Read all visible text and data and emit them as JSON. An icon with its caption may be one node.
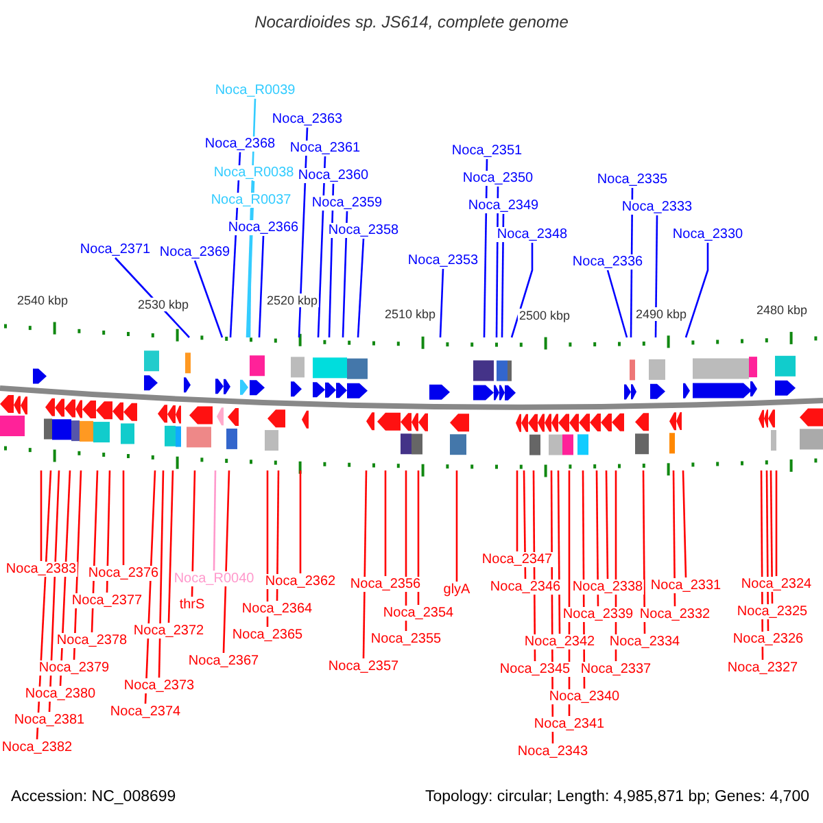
{
  "diagram": {
    "title": "Nocardioides sp. JS614, complete genome",
    "nodes": [
      {
        "text": [
          "Noca_R0039"
        ]
      },
      {
        "text": [
          "Noca_2363"
        ]
      },
      {
        "text": [
          "Noca_2368"
        ]
      },
      {
        "text": [
          "Noca_2361"
        ]
      },
      {
        "text": [
          "Noca_R0038"
        ]
      },
      {
        "text": [
          "Noca_2360"
        ]
      },
      {
        "text": [
          "Noca_R0037"
        ]
      },
      {
        "text": [
          "Noca_2359"
        ]
      },
      {
        "text": [
          "Noca_2366"
        ]
      },
      {
        "text": [
          "Noca_2358"
        ]
      },
      {
        "text": [
          "Noca_2371"
        ]
      },
      {
        "text": [
          "Noca_2369"
        ]
      },
      {
        "text": [
          "Noca_2353"
        ]
      },
      {
        "text": [
          "Noca_2351"
        ]
      },
      {
        "text": [
          "Noca_2350"
        ]
      },
      {
        "text": [
          "Noca_2349"
        ]
      },
      {
        "text": [
          "Noca_2348"
        ]
      },
      {
        "text": [
          "Noca_2335"
        ]
      },
      {
        "text": [
          "Noca_2333"
        ]
      },
      {
        "text": [
          "Noca_2336"
        ]
      },
      {
        "text": [
          "Noca_2330"
        ]
      },
      {
        "text": [
          "Noca_2383"
        ]
      },
      {
        "text": [
          "Noca_2376"
        ]
      },
      {
        "text": [
          "Noca_2377"
        ]
      },
      {
        "text": [
          "Noca_2378"
        ]
      },
      {
        "text": [
          "Noca_2379"
        ]
      },
      {
        "text": [
          "Noca_2380"
        ]
      },
      {
        "text": [
          "Noca_2381"
        ]
      },
      {
        "text": [
          "Noca_2382"
        ]
      },
      {
        "text": [
          "Noca_2372"
        ]
      },
      {
        "text": [
          "Noca_2373"
        ]
      },
      {
        "text": [
          "Noca_2374"
        ]
      },
      {
        "text": [
          "Noca_R0040"
        ]
      },
      {
        "text": [
          "thrS"
        ]
      },
      {
        "text": [
          "Noca_2367"
        ]
      },
      {
        "text": [
          "Noca_2362"
        ]
      },
      {
        "text": [
          "Noca_2364"
        ]
      },
      {
        "text": [
          "Noca_2365"
        ]
      },
      {
        "text": [
          "Noca_2356"
        ]
      },
      {
        "text": [
          "Noca_2357"
        ]
      },
      {
        "text": [
          "Noca_2354"
        ]
      },
      {
        "text": [
          "Noca_2355"
        ]
      },
      {
        "text": [
          "glyA"
        ]
      },
      {
        "text": [
          "Noca_2347"
        ]
      },
      {
        "text": [
          "Noca_2346"
        ]
      },
      {
        "text": [
          "Noca_2338"
        ]
      },
      {
        "text": [
          "Noca_2331"
        ]
      },
      {
        "text": [
          "Noca_2339"
        ]
      },
      {
        "text": [
          "Noca_2332"
        ]
      },
      {
        "text": [
          "Noca_2342"
        ]
      },
      {
        "text": [
          "Noca_2334"
        ]
      },
      {
        "text": [
          "Noca_2345"
        ]
      },
      {
        "text": [
          "Noca_2337"
        ]
      },
      {
        "text": [
          "Noca_2340"
        ]
      },
      {
        "text": [
          "Noca_2341"
        ]
      },
      {
        "text": [
          "Noca_2343"
        ]
      },
      {
        "text": [
          "Noca_2324"
        ]
      },
      {
        "text": [
          "Noca_2325"
        ]
      },
      {
        "text": [
          "Noca_2326"
        ]
      },
      {
        "text": [
          "Noca_2327"
        ]
      }
    ],
    "edges": [
      {
        "from": 0,
        "to": null,
        "arrow": "none",
        "color": "#33ccff"
      },
      {
        "from": 1,
        "to": null,
        "arrow": "none",
        "color": "#0000ff"
      },
      {
        "from": 2,
        "to": null,
        "arrow": "none",
        "color": "#0000ff"
      },
      {
        "from": 3,
        "to": null,
        "arrow": "none",
        "color": "#0000ff"
      },
      {
        "from": 4,
        "to": null,
        "arrow": "none",
        "color": "#33ccff"
      },
      {
        "from": 5,
        "to": null,
        "arrow": "none",
        "color": "#0000ff"
      },
      {
        "from": 6,
        "to": null,
        "arrow": "none",
        "color": "#33ccff"
      },
      {
        "from": 7,
        "to": null,
        "arrow": "none",
        "color": "#0000ff"
      },
      {
        "from": 8,
        "to": null,
        "arrow": "none",
        "color": "#0000ff"
      },
      {
        "from": 9,
        "to": null,
        "arrow": "none",
        "color": "#0000ff"
      },
      {
        "from": 10,
        "to": null,
        "arrow": "none",
        "color": "#0000ff"
      },
      {
        "from": 11,
        "to": null,
        "arrow": "none",
        "color": "#0000ff"
      },
      {
        "from": 12,
        "to": null,
        "arrow": "none",
        "color": "#0000ff"
      },
      {
        "from": 13,
        "to": null,
        "arrow": "none",
        "color": "#0000ff"
      },
      {
        "from": 14,
        "to": null,
        "arrow": "none",
        "color": "#0000ff"
      },
      {
        "from": 15,
        "to": null,
        "arrow": "none",
        "color": "#0000ff"
      },
      {
        "from": 16,
        "to": null,
        "arrow": "none",
        "color": "#0000ff"
      },
      {
        "from": 17,
        "to": null,
        "arrow": "none",
        "color": "#0000ff"
      },
      {
        "from": 18,
        "to": null,
        "arrow": "none",
        "color": "#0000ff"
      },
      {
        "from": 19,
        "to": null,
        "arrow": "none",
        "color": "#0000ff"
      },
      {
        "from": 20,
        "to": null,
        "arrow": "none",
        "color": "#0000ff"
      },
      {
        "from": 21,
        "to": null,
        "arrow": "none"
      },
      {
        "from": 22,
        "to": null,
        "arrow": "none"
      },
      {
        "from": 23,
        "to": null,
        "arrow": "none"
      },
      {
        "from": 24,
        "to": null,
        "arrow": "none"
      },
      {
        "from": 25,
        "to": null,
        "arrow": "none"
      },
      {
        "from": 26,
        "to": null,
        "arrow": "none"
      },
      {
        "from": 27,
        "to": null,
        "arrow": "none"
      },
      {
        "from": 28,
        "to": null,
        "arrow": "none"
      },
      {
        "from": 29,
        "to": null,
        "arrow": "none"
      },
      {
        "from": 30,
        "to": null,
        "arrow": "none"
      },
      {
        "from": 31,
        "to": null,
        "arrow": "none"
      },
      {
        "from": 32,
        "to": null,
        "arrow": "none",
        "color": "#ff99cc"
      },
      {
        "from": 33,
        "to": null,
        "arrow": "none"
      },
      {
        "from": 34,
        "to": null,
        "arrow": "none"
      },
      {
        "from": 35,
        "to": null,
        "arrow": "none"
      },
      {
        "from": 36,
        "to": null,
        "arrow": "none"
      },
      {
        "from": 37,
        "to": null,
        "arrow": "none"
      },
      {
        "from": 38,
        "to": null,
        "arrow": "none"
      },
      {
        "from": 39,
        "to": null,
        "arrow": "none"
      },
      {
        "from": 40,
        "to": null,
        "arrow": "none"
      },
      {
        "from": 41,
        "to": null,
        "arrow": "none"
      },
      {
        "from": 42,
        "to": null,
        "arrow": "none"
      },
      {
        "from": 43,
        "to": null,
        "arrow": "none"
      },
      {
        "from": 44,
        "to": null,
        "arrow": "none"
      },
      {
        "from": 45,
        "to": null,
        "arrow": "none"
      },
      {
        "from": 46,
        "to": null,
        "arrow": "none"
      },
      {
        "from": 47,
        "to": null,
        "arrow": "none"
      },
      {
        "from": 48,
        "to": null,
        "arrow": "none"
      },
      {
        "from": 49,
        "to": null,
        "arrow": "none"
      },
      {
        "from": 50,
        "to": null,
        "arrow": "none"
      },
      {
        "from": 51,
        "to": null,
        "arrow": "none"
      },
      {
        "from": 52,
        "to": null,
        "arrow": "none"
      },
      {
        "from": 53,
        "to": null,
        "arrow": "none"
      },
      {
        "from": 54,
        "to": null,
        "arrow": "none"
      },
      {
        "from": 55,
        "to": null,
        "arrow": "none"
      },
      {
        "from": 56,
        "to": null,
        "arrow": "none"
      },
      {
        "from": 57,
        "to": null,
        "arrow": "none"
      },
      {
        "from": 58,
        "to": null,
        "arrow": "none"
      },
      {
        "from": 59,
        "to": null,
        "arrow": "none"
      }
    ],
    "labels": [
      "2540 kbp",
      "2530 kbp",
      "2520 kbp",
      "2510 kbp",
      "2500 kbp",
      "2490 kbp",
      "2480 kbp",
      "Accession: NC_008699",
      "Topology: circular; Length: 4,985,871 bp; Genes: 4,700"
    ]
  }
}
